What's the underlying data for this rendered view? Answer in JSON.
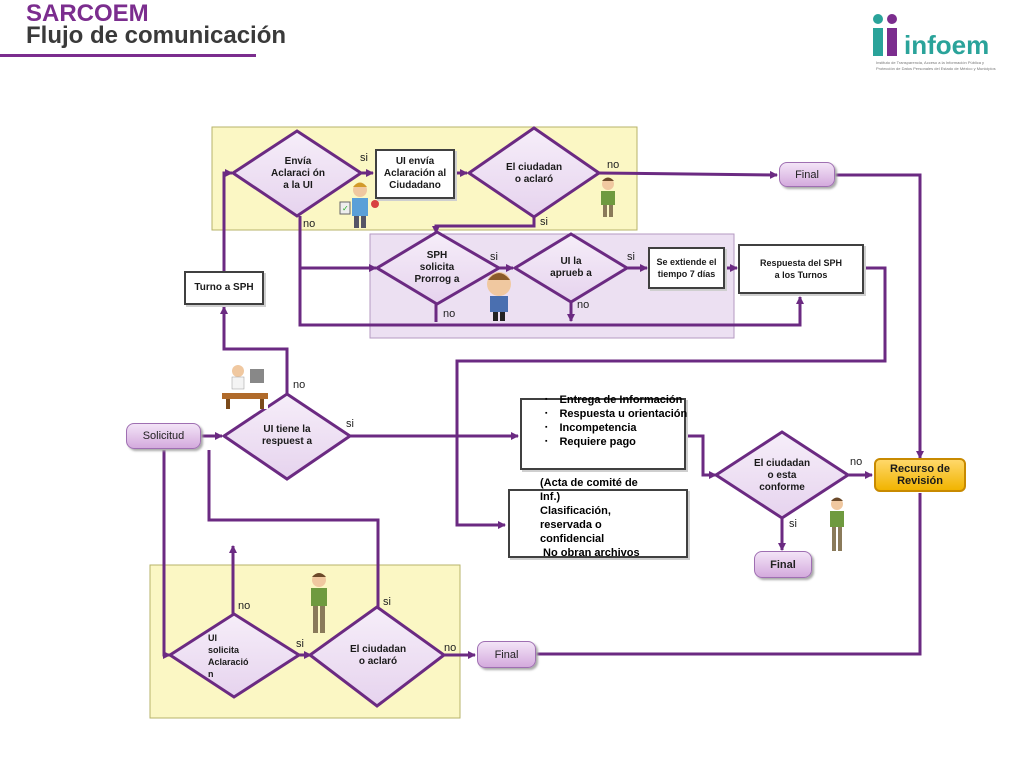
{
  "header": {
    "title": "SARCOEM",
    "subtitle": "Flujo de comunicación"
  },
  "logo": {
    "name": "infoem",
    "tagline_1": "Instituto de Transparencia, Acceso a la Información Pública y",
    "tagline_2": "Protección de Datos Personales del Estado de México y Municipios"
  },
  "colors": {
    "purple": "#7b2d8e",
    "yellow_region": "#fbf7c4",
    "lilac_region": "#ece0f2",
    "gold": "#f1b400"
  },
  "nodes": {
    "solicitud": "Solicitud",
    "ui_tiene": "UI tiene la respuest a",
    "turno_sph": "Turno a SPH",
    "envia_aclaracion_ui": "Envía Aclaraci ón a la UI",
    "ui_envia_aclaracion": "UI envía Aclaración al Ciudadano",
    "ciudadano_aclaro_top": "El ciudadan o aclaró",
    "final_top": "Final",
    "sph_solicita": "SPH solicita Prorrog a",
    "ui_aprueba": "UI la aprueb a",
    "se_extiende": "Se extiende el tiempo 7 días",
    "respuesta_sph": "Respuesta del SPH a los Turnos",
    "ciudadano_conforme": "El ciudadan o esta conforme",
    "recurso": "Recurso de Revisión",
    "final_mid": "Final",
    "ui_solicita_aclaracion": "UI solicita Aclaració n",
    "ciudadano_aclaro_bottom": "El ciudadan o aclaró",
    "final_bottom": "Final"
  },
  "response_list": [
    "Entrega de Información",
    "Respuesta u orientación",
    "Incompetencia",
    "Requiere pago"
  ],
  "classification": [
    "(Acta de comité de",
    "Inf.)",
    "Clasificación,",
    "reservada o",
    "confidencial",
    " No obran archivos"
  ],
  "labels": {
    "si": "si",
    "no": "no"
  },
  "icons": [
    "person-icon",
    "person-at-desk-icon",
    "worried-person-icon"
  ]
}
